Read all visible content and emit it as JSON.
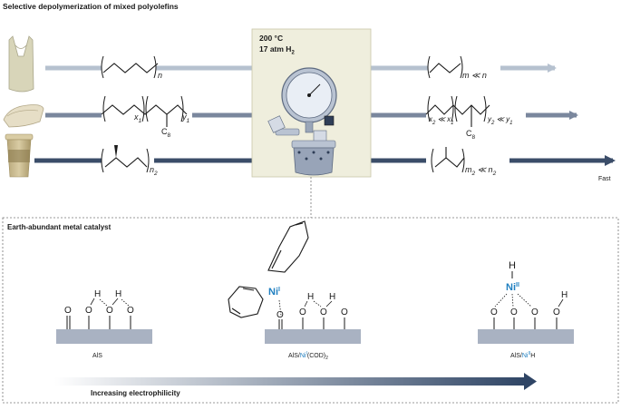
{
  "top_title": "Selective depolymerization of mixed polyolefins",
  "conditions": {
    "temperature": "200 °C",
    "pressure_prefix": "17 atm H",
    "pressure_sub": "2"
  },
  "polymer_labels": {
    "row1_left_n": "n",
    "row1_right_m": "m ≪ n",
    "row2_left_x": "x",
    "row2_left_x_sub": "1",
    "row2_left_y": "y",
    "row2_left_y_sub": "1",
    "row2_left_c": "C",
    "row2_left_c_sub": "8",
    "row2_right_x": "x",
    "row2_right_x_sub": "2",
    "row2_right_xcmp": " ≪ x",
    "row2_right_xcmp_sub": "1",
    "row2_right_y": "y",
    "row2_right_y_sub": "2",
    "row2_right_ycmp": " ≪ y",
    "row2_right_ycmp_sub": "1",
    "row2_right_c": "C",
    "row2_right_c_sub": "8",
    "row3_left_n": "n",
    "row3_left_n_sub": "2",
    "row3_right_m": "m",
    "row3_right_m_sub": "2",
    "row3_right_cmp": " ≪ n",
    "row3_right_cmp_sub": "2"
  },
  "fast_label": "Fast",
  "catalyst_panel": {
    "title": "Earth-abundant metal catalyst",
    "ni_label": "Ni",
    "ni_sup_1": "I",
    "ni_sup_2": "II",
    "atom_O": "O",
    "atom_H": "H",
    "support1_caption": "AlS",
    "support2_caption_prefix": "AlS/",
    "support2_caption_ni": "Ni",
    "support2_caption_sup": "I",
    "support2_caption_suffix": "(COD)",
    "support2_caption_sub": "2",
    "support3_caption_prefix": "AlS/",
    "support3_caption_ni": "Ni",
    "support3_caption_sup": "II",
    "support3_caption_suffix": "H",
    "gradient_label": "Increasing electrophilicity"
  },
  "colors": {
    "light_arrow": "#b6c1cf",
    "mid_arrow": "#7a879d",
    "dark_arrow": "#3b4d69",
    "nickel_blue": "#1f7fc0",
    "reactor_box": "#efeedd",
    "support_slab": "#a9b2c2"
  },
  "icons": [
    "plastic-bag-icon",
    "plastic-film-icon",
    "coffee-cup-icon",
    "pressure-reactor-icon"
  ]
}
